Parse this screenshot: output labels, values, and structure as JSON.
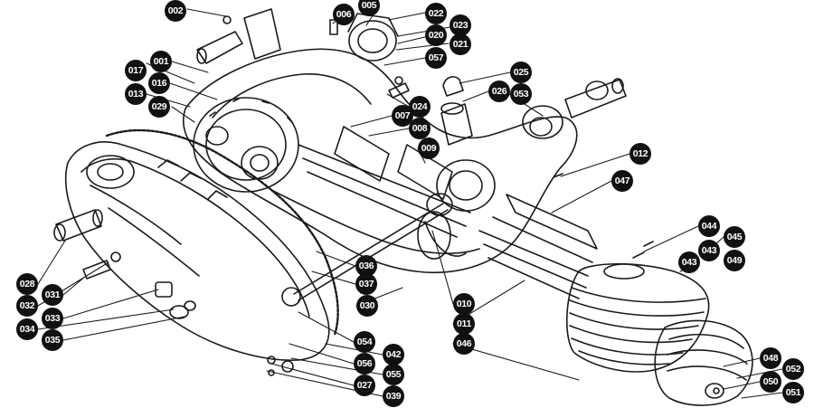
{
  "diagram": {
    "style": {
      "badge_color": "#111111",
      "badge_text_color": "#ffffff",
      "line_color": "#1a1a1a"
    },
    "callouts": [
      {
        "label": "002"
      },
      {
        "label": "006"
      },
      {
        "label": "005"
      },
      {
        "label": "022"
      },
      {
        "label": "023"
      },
      {
        "label": "020"
      },
      {
        "label": "021"
      },
      {
        "label": "057"
      },
      {
        "label": "017"
      },
      {
        "label": "001"
      },
      {
        "label": "016"
      },
      {
        "label": "013"
      },
      {
        "label": "029"
      },
      {
        "label": "025"
      },
      {
        "label": "026"
      },
      {
        "label": "053"
      },
      {
        "label": "024"
      },
      {
        "label": "007"
      },
      {
        "label": "008"
      },
      {
        "label": "009"
      },
      {
        "label": "012"
      },
      {
        "label": "047"
      },
      {
        "label": "044"
      },
      {
        "label": "045"
      },
      {
        "label": "043"
      },
      {
        "label": "043"
      },
      {
        "label": "049"
      },
      {
        "label": "028"
      },
      {
        "label": "031"
      },
      {
        "label": "032"
      },
      {
        "label": "033"
      },
      {
        "label": "034"
      },
      {
        "label": "035"
      },
      {
        "label": "036"
      },
      {
        "label": "037"
      },
      {
        "label": "030"
      },
      {
        "label": "010"
      },
      {
        "label": "011"
      },
      {
        "label": "046"
      },
      {
        "label": "054"
      },
      {
        "label": "042"
      },
      {
        "label": "056"
      },
      {
        "label": "055"
      },
      {
        "label": "027"
      },
      {
        "label": "039"
      },
      {
        "label": "048"
      },
      {
        "label": "052"
      },
      {
        "label": "050"
      },
      {
        "label": "051"
      }
    ]
  }
}
